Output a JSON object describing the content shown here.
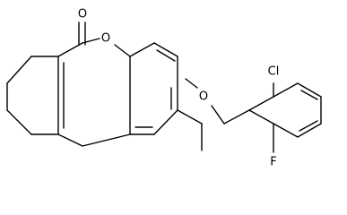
{
  "structure": {
    "atoms": {
      "carbonyl_oxygen": "O",
      "ring_oxygen": "O",
      "ether_oxygen": "O",
      "chlorine": "Cl",
      "fluorine": "F"
    }
  },
  "colors": {
    "bond": "#000000",
    "label": "#000000",
    "background": "#ffffff"
  }
}
